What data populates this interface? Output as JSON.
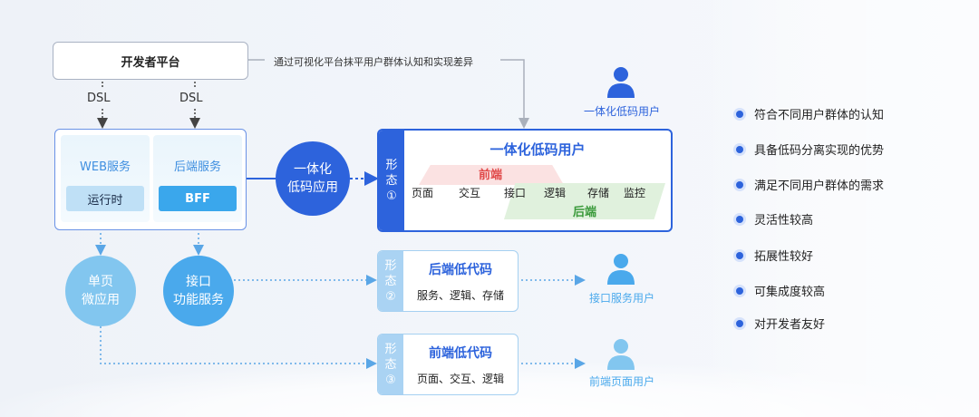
{
  "developer_platform": "开发者平台",
  "top_note": "通过可视化平台抹平用户群体认知和实现差异",
  "dsl": [
    "DSL",
    "DSL"
  ],
  "web_service": {
    "title": "WEB服务",
    "chip": "运行时"
  },
  "backend_service": {
    "title": "后端服务",
    "chip": "BFF"
  },
  "circle_main": [
    "一体化",
    "低码应用"
  ],
  "circle_single": [
    "单页",
    "微应用"
  ],
  "circle_api": [
    "接口",
    "功能服务"
  ],
  "form_tag": [
    "形",
    "态"
  ],
  "form_numbers": [
    "①",
    "②",
    "③"
  ],
  "form1": {
    "title": "一体化低码用户",
    "front_label": "前端",
    "back_label": "后端",
    "items": [
      "页面",
      "交互",
      "接口",
      "逻辑",
      "存储",
      "监控"
    ]
  },
  "form2": {
    "title": "后端低代码",
    "subtitle": "服务、逻辑、存储"
  },
  "form3": {
    "title": "前端低代码",
    "subtitle": "页面、交互、逻辑"
  },
  "users": {
    "u1": "一体化低码用户",
    "u2": "接口服务用户",
    "u3": "前端页面用户"
  },
  "features": [
    "符合不同用户群体的认知",
    "具备低码分离实现的优势",
    "满足不同用户群体的需求",
    "灵活性较高",
    "拓展性较好",
    "可集成度较高",
    "对开发者友好"
  ],
  "colors": {
    "primary": "#2d63dc",
    "light_blue": "#4aa9ec",
    "pale_blue": "#82c6ef",
    "front_red": "#e04848",
    "back_green": "#3a9a3a"
  }
}
